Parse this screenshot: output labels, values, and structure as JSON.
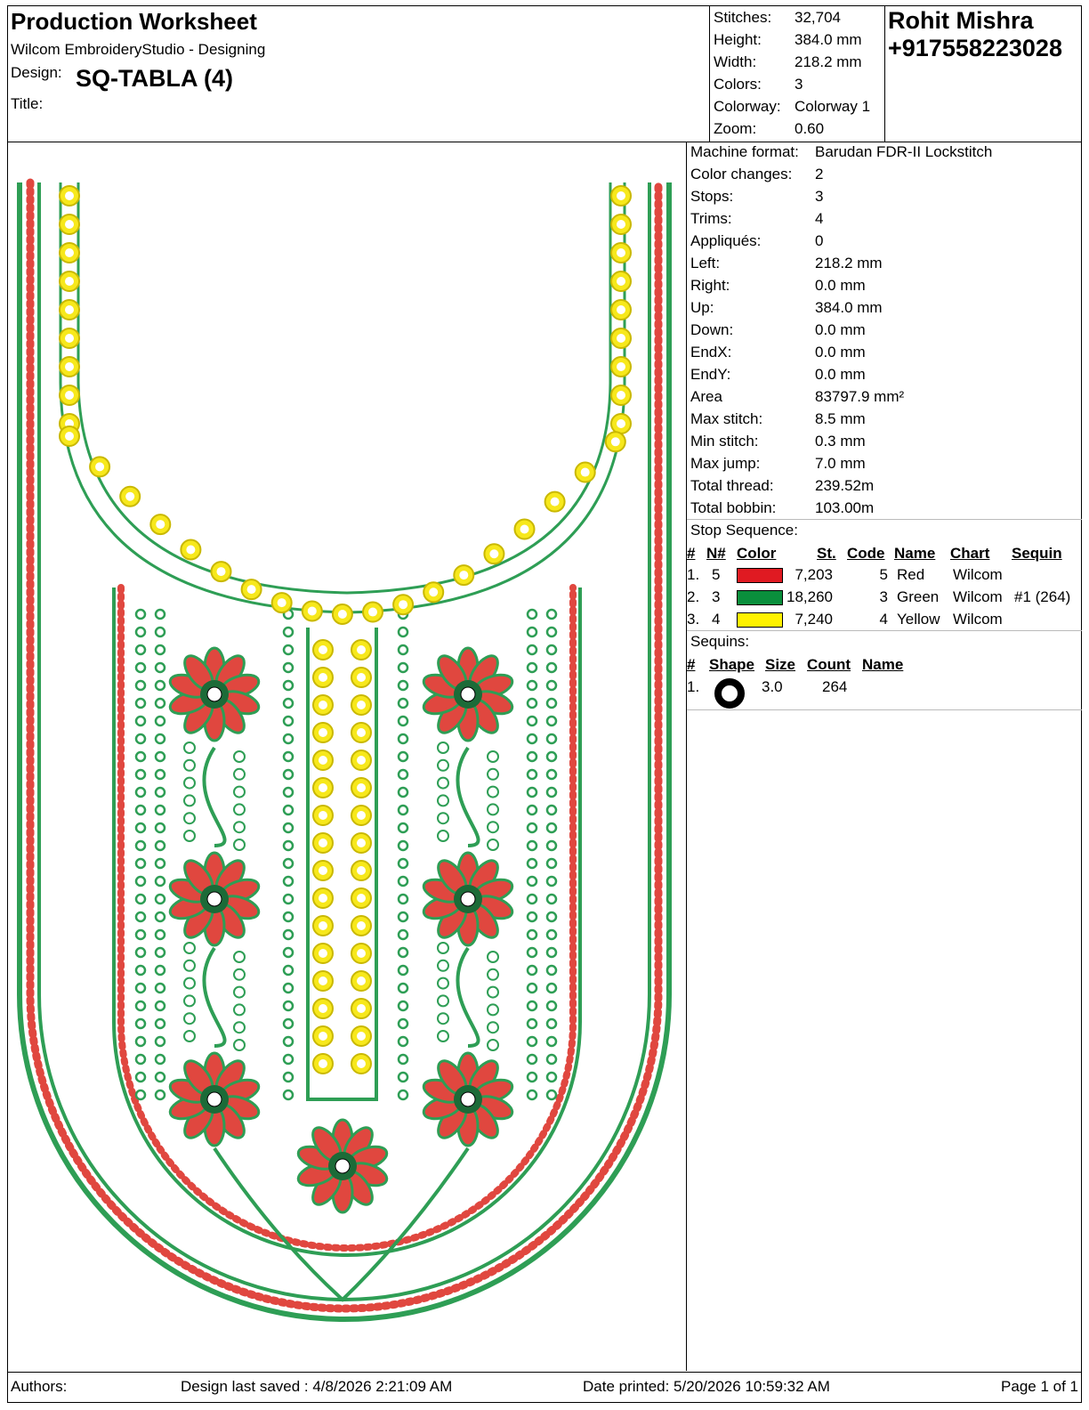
{
  "header": {
    "title": "Production Worksheet",
    "software": "Wilcom EmbroideryStudio - Designing",
    "design_label": "Design:",
    "design_name": "SQ-TABLA (4)",
    "title_label": "Title:"
  },
  "summary": [
    {
      "label": "Stitches:",
      "value": "32,704"
    },
    {
      "label": "Height:",
      "value": "384.0 mm"
    },
    {
      "label": "Width:",
      "value": "218.2 mm"
    },
    {
      "label": "Colors:",
      "value": "3"
    },
    {
      "label": "Colorway:",
      "value": "Colorway 1"
    },
    {
      "label": "Zoom:",
      "value": "0.60"
    }
  ],
  "owner": {
    "name": "Rohit Mishra",
    "phone": "+917558223028"
  },
  "machine_info": [
    {
      "label": "Machine format:",
      "value": "Barudan FDR-II Lockstitch"
    },
    {
      "label": "Color changes:",
      "value": "2"
    },
    {
      "label": "Stops:",
      "value": "3"
    },
    {
      "label": "Trims:",
      "value": "4"
    },
    {
      "label": "Appliqués:",
      "value": "0"
    },
    {
      "label": "Left:",
      "value": "218.2 mm"
    },
    {
      "label": "Right:",
      "value": "0.0 mm"
    },
    {
      "label": "Up:",
      "value": "384.0 mm"
    },
    {
      "label": "Down:",
      "value": "0.0 mm"
    },
    {
      "label": "EndX:",
      "value": "0.0 mm"
    },
    {
      "label": "EndY:",
      "value": "0.0 mm"
    },
    {
      "label": "Area",
      "value": "83797.9 mm²"
    },
    {
      "label": "Max stitch:",
      "value": "8.5 mm"
    },
    {
      "label": "Min stitch:",
      "value": "0.3 mm"
    },
    {
      "label": "Max jump:",
      "value": "7.0 mm"
    },
    {
      "label": "Total thread:",
      "value": "239.52m"
    },
    {
      "label": "Total bobbin:",
      "value": "103.00m"
    }
  ],
  "stop_sequence": {
    "title": "Stop Sequence:",
    "headers": {
      "num": "#",
      "n": "N#",
      "color": "Color",
      "st": "St.",
      "code": "Code",
      "name": "Name",
      "chart": "Chart",
      "sequin": "Sequin"
    },
    "rows": [
      {
        "num": "1.",
        "n": "5",
        "color": "#e01a22",
        "st": "7,203",
        "code": "5",
        "name": "Red",
        "chart": "Wilcom",
        "sequin": ""
      },
      {
        "num": "2.",
        "n": "3",
        "color": "#0a8f3c",
        "st": "18,260",
        "code": "3",
        "name": "Green",
        "chart": "Wilcom",
        "sequin": "#1 (264)"
      },
      {
        "num": "3.",
        "n": "4",
        "color": "#fff200",
        "st": "7,240",
        "code": "4",
        "name": "Yellow",
        "chart": "Wilcom",
        "sequin": ""
      }
    ]
  },
  "sequins": {
    "title": "Sequins:",
    "headers": {
      "num": "#",
      "shape": "Shape",
      "size": "Size",
      "count": "Count",
      "name": "Name"
    },
    "rows": [
      {
        "num": "1.",
        "size": "3.0",
        "count": "264",
        "name": ""
      }
    ]
  },
  "colors": {
    "red": "#e0473f",
    "green": "#2e9e55",
    "yellow": "#f7e81c",
    "dark_green": "#1c6b38"
  },
  "footer": {
    "authors": "Authors:",
    "saved": "Design last saved : 4/8/2026 2:21:09 AM",
    "printed": "Date printed: 5/20/2026 10:59:32 AM",
    "page": "Page 1 of 1"
  }
}
